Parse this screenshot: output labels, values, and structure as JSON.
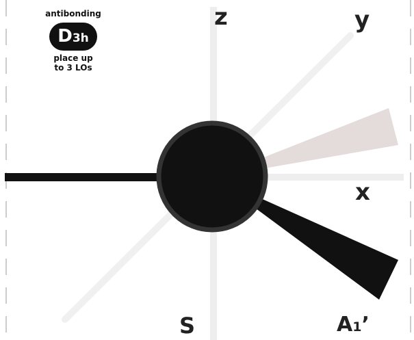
{
  "badge": {
    "top_caption": "antibonding",
    "group_main": "D",
    "group_sub": "3h",
    "bottom_caption_line1": "place up",
    "bottom_caption_line2": "to 3 LOs"
  },
  "axes": {
    "z": "z",
    "y": "y",
    "x": "x"
  },
  "orbital_label": "S",
  "symmetry_label": {
    "main": "A",
    "sub": "1",
    "prime": "’"
  },
  "colors": {
    "background": "#ffffff",
    "axis_line": "#eeeeee",
    "atom_fill": "#111111",
    "atom_ring": "#333333",
    "lobe_dark": "#111111",
    "lobe_light": "#e4dcdb",
    "border_dash": "#cccccc"
  }
}
